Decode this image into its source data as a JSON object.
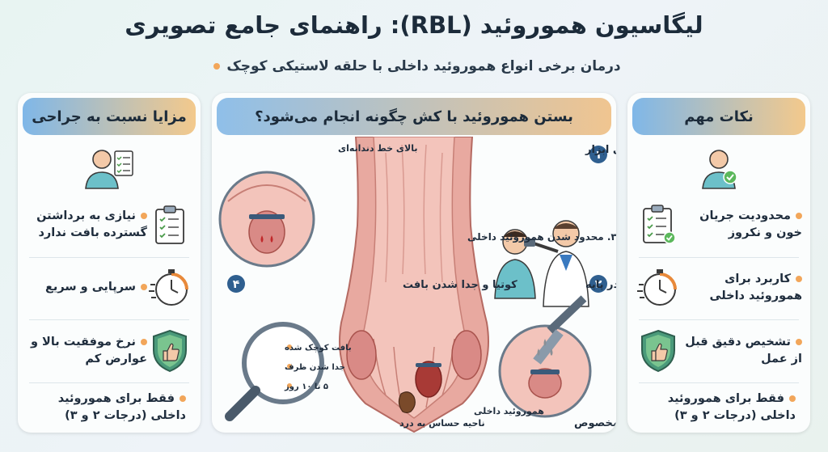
{
  "title": "لیگاسیون هموروئید (RBL): راهنمای جامع تصویری",
  "subtitle": "درمان برخی انواع هموروئید داخلی با حلقه لاستیکی کوچک",
  "right_panel": {
    "heading": "نکات مهم",
    "items": [
      {
        "text": "محدودیت جریان خون و نکروز",
        "icon": "patient-checkmark-icon"
      },
      {
        "text": "کاربرد برای هموروئید داخلی",
        "icon": "stopwatch-icon"
      },
      {
        "text": "تشخیص دقیق قبل از عمل",
        "icon": "shield-thumbs-up-icon"
      },
      {
        "text": "فقط برای هموروئید داخلی (درجات ۲ و ۳)",
        "icon": ""
      }
    ]
  },
  "left_panel": {
    "heading": "مزایا نسبت به جراحی",
    "items": [
      {
        "text": "نیازی به برداشتن گسترده بافت ندارد",
        "icon": "clipboard-checklist-icon"
      },
      {
        "text": "سرپایی و سریع",
        "icon": "stopwatch-icon"
      },
      {
        "text": "نرخ موفقیت بالا و عوارض کم",
        "icon": "shield-thumbs-up-icon"
      },
      {
        "text": "فقط برای هموروئید داخلی (درجات ۲ و ۳)",
        "icon": ""
      }
    ]
  },
  "center_panel": {
    "heading": "بستن هموروئید با کش چگونه انجام می‌شود؟",
    "step1": {
      "number": "۱",
      "label": "بررسی اولیه و قرارگیری ابزار"
    },
    "step2": {
      "number": "۲",
      "label": "قرار دادن کش در پایه"
    },
    "step3": {
      "label": "۳. محدود شدن هموروئید داخلی"
    },
    "step4": {
      "number": "۴",
      "label": "کوتیا و جدا شدن بافت"
    },
    "labels": {
      "above_dentate": "بالای خط دندانه‌ای",
      "internal_hemorrhoid": "هموروئید داخلی",
      "pain_sensitive": "ناحیه حساس به درد",
      "special_tool": "ابزار مخصوص"
    },
    "magnifier": {
      "line1": "بافت کوچک شده",
      "line2": "جدا شدن ظرف",
      "line3": "۵ تا ۱۰ روز"
    }
  },
  "colors": {
    "accent_orange": "#f2a65a",
    "header_blue": "#7fb7e8",
    "step_blue": "#2f5f8f",
    "tissue_pink": "#e8a9a0"
  }
}
